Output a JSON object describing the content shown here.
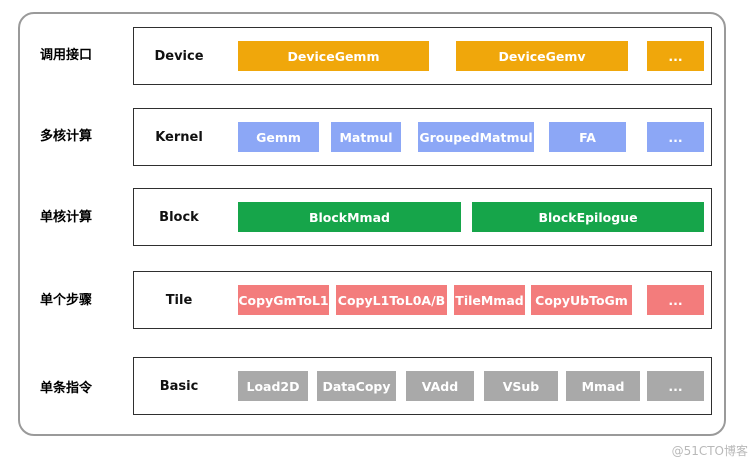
{
  "colors": {
    "device": "#F0A70B",
    "kernel": "#8CA7F6",
    "block": "#16A54A",
    "tile": "#F37C7C",
    "basic": "#A9A9A9",
    "frame_border": "#9a9a9a"
  },
  "rows": [
    {
      "label": "调用接口",
      "level": "Device",
      "items": [
        "DeviceGemm",
        "DeviceGemv",
        "..."
      ]
    },
    {
      "label": "多核计算",
      "level": "Kernel",
      "items": [
        "Gemm",
        "Matmul",
        "GroupedMatmul",
        "FA",
        "..."
      ]
    },
    {
      "label": "单核计算",
      "level": "Block",
      "items": [
        "BlockMmad",
        "BlockEpilogue"
      ]
    },
    {
      "label": "单个步骤",
      "level": "Tile",
      "items": [
        "CopyGmToL1",
        "CopyL1ToL0A/B",
        "TileMmad",
        "CopyUbToGm",
        "..."
      ]
    },
    {
      "label": "单条指令",
      "level": "Basic",
      "items": [
        "Load2D",
        "DataCopy",
        "VAdd",
        "VSub",
        "Mmad",
        "..."
      ]
    }
  ],
  "watermark": "@51CTO博客"
}
